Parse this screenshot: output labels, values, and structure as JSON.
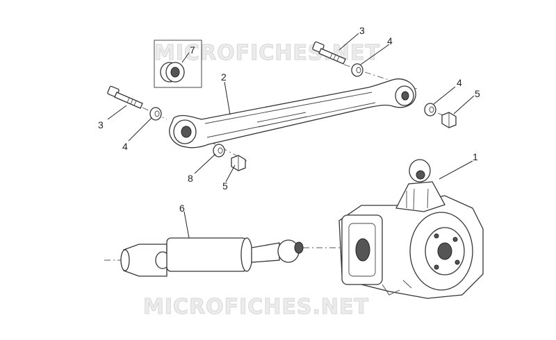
{
  "watermarks": [
    "MICROFICHES.NET",
    "MICROFICHES.NET"
  ],
  "callouts": [
    {
      "id": "callout-1",
      "label": "1"
    },
    {
      "id": "callout-2",
      "label": "2"
    },
    {
      "id": "callout-3a",
      "label": "3"
    },
    {
      "id": "callout-3b",
      "label": "3"
    },
    {
      "id": "callout-4a",
      "label": "4"
    },
    {
      "id": "callout-4b",
      "label": "4"
    },
    {
      "id": "callout-4c",
      "label": "4"
    },
    {
      "id": "callout-5a",
      "label": "5"
    },
    {
      "id": "callout-5b",
      "label": "5"
    },
    {
      "id": "callout-6",
      "label": "6"
    },
    {
      "id": "callout-7",
      "label": "7"
    },
    {
      "id": "callout-8",
      "label": "8"
    }
  ],
  "colors": {
    "line": "#333333",
    "watermark": "#d6d6d6",
    "background": "#ffffff"
  }
}
